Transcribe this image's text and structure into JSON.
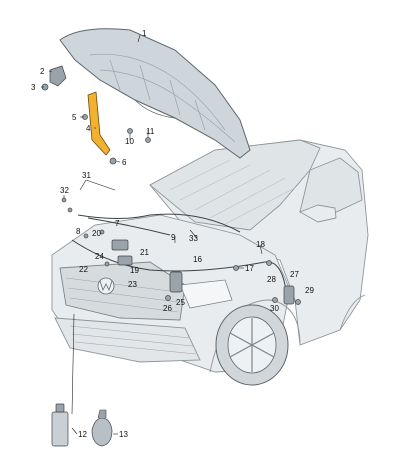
{
  "callouts": [
    {
      "id": "c1",
      "text": "1"
    },
    {
      "id": "c2",
      "text": "2"
    },
    {
      "id": "c3",
      "text": "3"
    },
    {
      "id": "c4",
      "text": "4"
    },
    {
      "id": "c5",
      "text": "5"
    },
    {
      "id": "c6",
      "text": "6"
    },
    {
      "id": "c7",
      "text": "7"
    },
    {
      "id": "c8",
      "text": "8"
    },
    {
      "id": "c9",
      "text": "9"
    },
    {
      "id": "c10",
      "text": "10"
    },
    {
      "id": "c11",
      "text": "11"
    },
    {
      "id": "c12",
      "text": "12"
    },
    {
      "id": "c13",
      "text": "13"
    },
    {
      "id": "c16",
      "text": "16"
    },
    {
      "id": "c17",
      "text": "17"
    },
    {
      "id": "c18",
      "text": "18"
    },
    {
      "id": "c19",
      "text": "19"
    },
    {
      "id": "c20",
      "text": "20"
    },
    {
      "id": "c21",
      "text": "21"
    },
    {
      "id": "c22",
      "text": "22"
    },
    {
      "id": "c23",
      "text": "23"
    },
    {
      "id": "c24",
      "text": "24"
    },
    {
      "id": "c25",
      "text": "25"
    },
    {
      "id": "c26",
      "text": "26"
    },
    {
      "id": "c27",
      "text": "27"
    },
    {
      "id": "c28",
      "text": "28"
    },
    {
      "id": "c29",
      "text": "29"
    },
    {
      "id": "c30",
      "text": "30"
    },
    {
      "id": "c31",
      "text": "31"
    },
    {
      "id": "c32",
      "text": "32"
    },
    {
      "id": "c33",
      "text": "33"
    }
  ],
  "colors": {
    "highlight_part": "#f2b230",
    "hood": "#cfd6db",
    "body": "#e9ecee",
    "lines": "#8e969c"
  }
}
